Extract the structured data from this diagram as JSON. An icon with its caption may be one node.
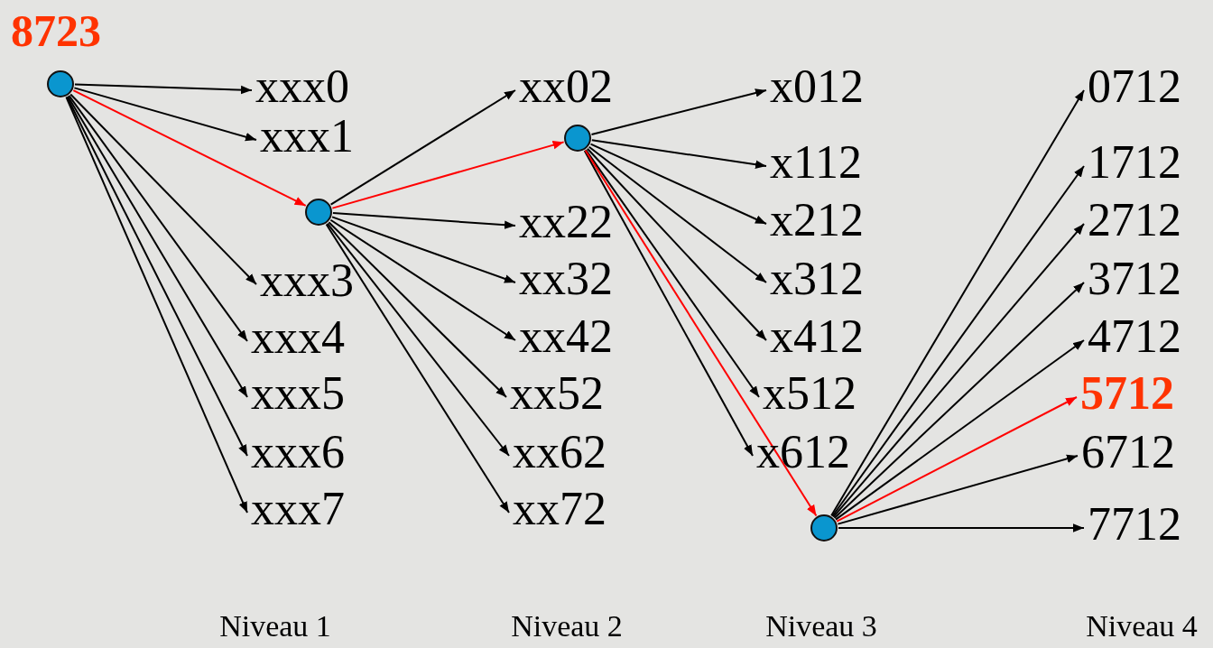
{
  "diagram": {
    "nodes": [
      {
        "text": [],
        "shape": "circle",
        "beside": [
          "8723"
        ]
      },
      {
        "text": [
          "xxx0"
        ]
      },
      {
        "text": [
          "xxx1"
        ]
      },
      {
        "text": [],
        "shape": "circle"
      },
      {
        "text": [
          "xxx3"
        ]
      },
      {
        "text": [
          "xxx4"
        ]
      },
      {
        "text": [
          "xxx5"
        ]
      },
      {
        "text": [
          "xxx6"
        ]
      },
      {
        "text": [
          "xxx7"
        ]
      },
      {
        "text": [
          "xx02"
        ]
      },
      {
        "text": [],
        "shape": "circle"
      },
      {
        "text": [
          "xx22"
        ]
      },
      {
        "text": [
          "xx32"
        ]
      },
      {
        "text": [
          "xx42"
        ]
      },
      {
        "text": [
          "xx52"
        ]
      },
      {
        "text": [
          "xx62"
        ]
      },
      {
        "text": [
          "xx72"
        ]
      },
      {
        "text": [
          "x012"
        ]
      },
      {
        "text": [
          "x112"
        ]
      },
      {
        "text": [
          "x212"
        ]
      },
      {
        "text": [
          "x312"
        ]
      },
      {
        "text": [
          "x412"
        ]
      },
      {
        "text": [
          "x512"
        ]
      },
      {
        "text": [
          "x612"
        ]
      },
      {
        "text": [],
        "shape": "circle"
      },
      {
        "text": [
          "0712"
        ]
      },
      {
        "text": [
          "1712"
        ]
      },
      {
        "text": [
          "2712"
        ]
      },
      {
        "text": [
          "3712"
        ]
      },
      {
        "text": [
          "4712"
        ]
      },
      {
        "text": [
          "5712"
        ]
      },
      {
        "text": [
          "6712"
        ]
      },
      {
        "text": [
          "7712"
        ]
      }
    ],
    "edges": [
      {
        "from": 0,
        "to": 1,
        "arrow": "to"
      },
      {
        "from": 0,
        "to": 2,
        "arrow": "to"
      },
      {
        "from": 0,
        "to": 3,
        "arrow": "to",
        "color": "#ff0000"
      },
      {
        "from": 0,
        "to": 4,
        "arrow": "to"
      },
      {
        "from": 0,
        "to": 5,
        "arrow": "to"
      },
      {
        "from": 0,
        "to": 6,
        "arrow": "to"
      },
      {
        "from": 0,
        "to": 7,
        "arrow": "to"
      },
      {
        "from": 0,
        "to": 8,
        "arrow": "to"
      },
      {
        "from": 3,
        "to": 9,
        "arrow": "to"
      },
      {
        "from": 3,
        "to": 10,
        "arrow": "to",
        "color": "#ff0000"
      },
      {
        "from": 3,
        "to": 11,
        "arrow": "to"
      },
      {
        "from": 3,
        "to": 12,
        "arrow": "to"
      },
      {
        "from": 3,
        "to": 13,
        "arrow": "to"
      },
      {
        "from": 3,
        "to": 14,
        "arrow": "to"
      },
      {
        "from": 3,
        "to": 15,
        "arrow": "to"
      },
      {
        "from": 3,
        "to": 16,
        "arrow": "to"
      },
      {
        "from": 10,
        "to": 17,
        "arrow": "to"
      },
      {
        "from": 10,
        "to": 18,
        "arrow": "to"
      },
      {
        "from": 10,
        "to": 19,
        "arrow": "to"
      },
      {
        "from": 10,
        "to": 20,
        "arrow": "to"
      },
      {
        "from": 10,
        "to": 21,
        "arrow": "to"
      },
      {
        "from": 10,
        "to": 22,
        "arrow": "to"
      },
      {
        "from": 10,
        "to": 23,
        "arrow": "to"
      },
      {
        "from": 10,
        "to": 24,
        "arrow": "to",
        "color": "#ff0000"
      },
      {
        "from": 24,
        "to": 25,
        "arrow": "to"
      },
      {
        "from": 24,
        "to": 26,
        "arrow": "to"
      },
      {
        "from": 24,
        "to": 27,
        "arrow": "to"
      },
      {
        "from": 24,
        "to": 28,
        "arrow": "to"
      },
      {
        "from": 24,
        "to": 29,
        "arrow": "to"
      },
      {
        "from": 24,
        "to": 30,
        "arrow": "to",
        "color": "#ff0000"
      },
      {
        "from": 24,
        "to": 31,
        "arrow": "to"
      },
      {
        "from": 24,
        "to": 32,
        "arrow": "to"
      }
    ],
    "labels": [
      "Niveau 1",
      "Niveau 2",
      "Niveau 3",
      "Niveau 4"
    ]
  }
}
